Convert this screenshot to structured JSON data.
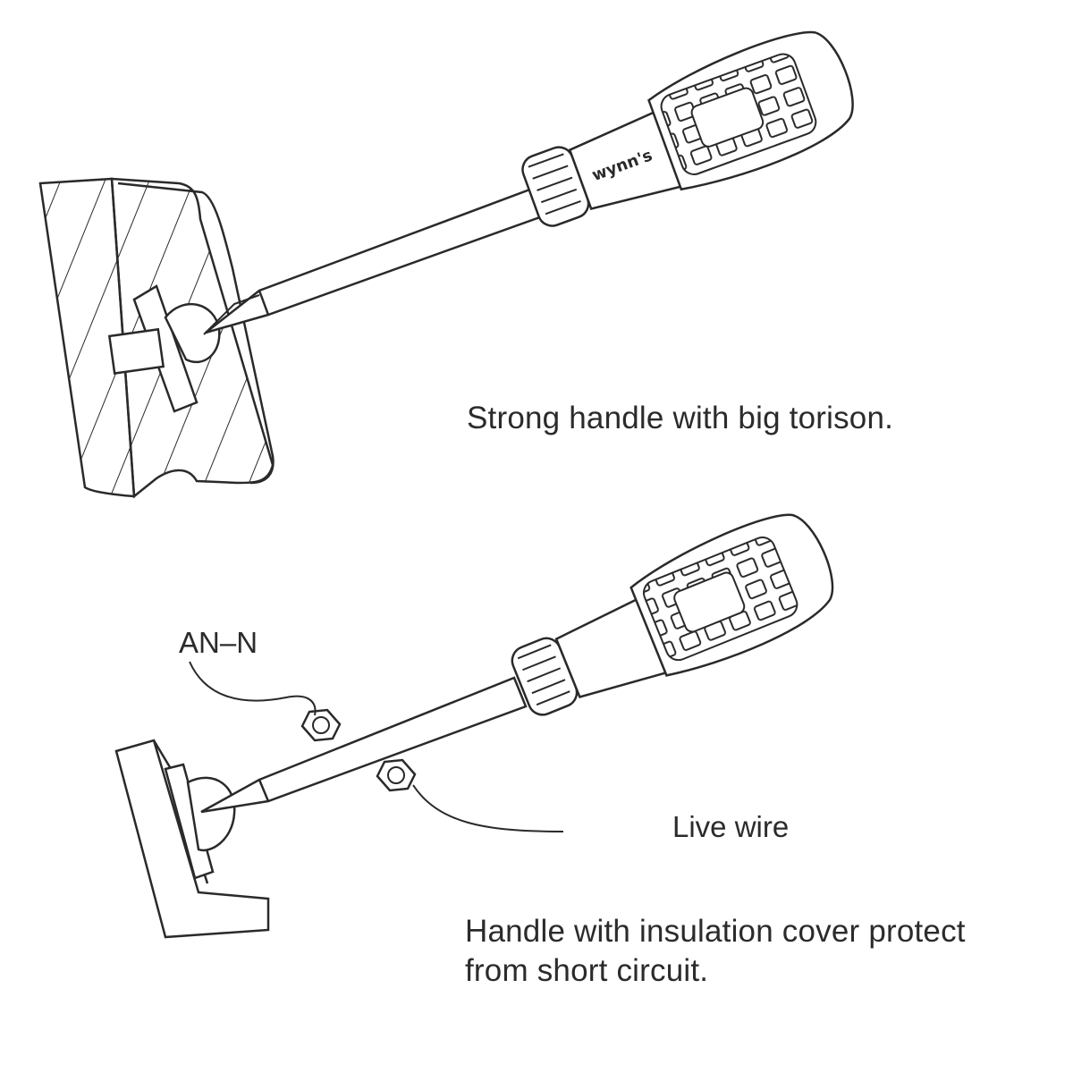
{
  "captions": {
    "top": "Strong handle with big torison.",
    "bottom_line1": "Handle with insulation cover protect",
    "bottom_line2": "from short circuit."
  },
  "labels": {
    "neutral_nut": "AN–N",
    "live_wire": "Live wire"
  },
  "brand": {
    "name": "wynn's"
  },
  "colors": {
    "ink": "#2a2a2a",
    "paper": "#ffffff"
  }
}
